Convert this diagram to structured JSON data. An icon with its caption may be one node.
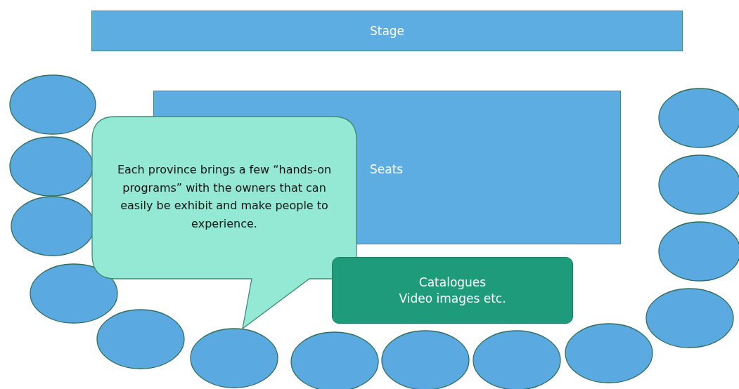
{
  "diagram": {
    "nodes": [
      {
        "text": [
          "Stage"
        ]
      },
      {
        "text": [
          "Seats"
        ]
      },
      {
        "text": [
          "Each province brings a few “hands-on programs” with the owners that can easily be exhibit and make people to experience."
        ]
      },
      {
        "text": [
          "Catalogues",
          "Video images etc."
        ]
      },
      {
        "text": [],
        "shape": "ellipse"
      },
      {
        "text": [],
        "shape": "ellipse"
      },
      {
        "text": [],
        "shape": "ellipse"
      },
      {
        "text": [],
        "shape": "ellipse"
      },
      {
        "text": [],
        "shape": "ellipse"
      },
      {
        "text": [],
        "shape": "ellipse"
      },
      {
        "text": [],
        "shape": "ellipse"
      },
      {
        "text": [],
        "shape": "ellipse"
      },
      {
        "text": [],
        "shape": "ellipse"
      },
      {
        "text": [],
        "shape": "ellipse"
      },
      {
        "text": [],
        "shape": "ellipse"
      },
      {
        "text": [],
        "shape": "ellipse"
      },
      {
        "text": [],
        "shape": "ellipse"
      },
      {
        "text": [],
        "shape": "ellipse"
      }
    ]
  }
}
